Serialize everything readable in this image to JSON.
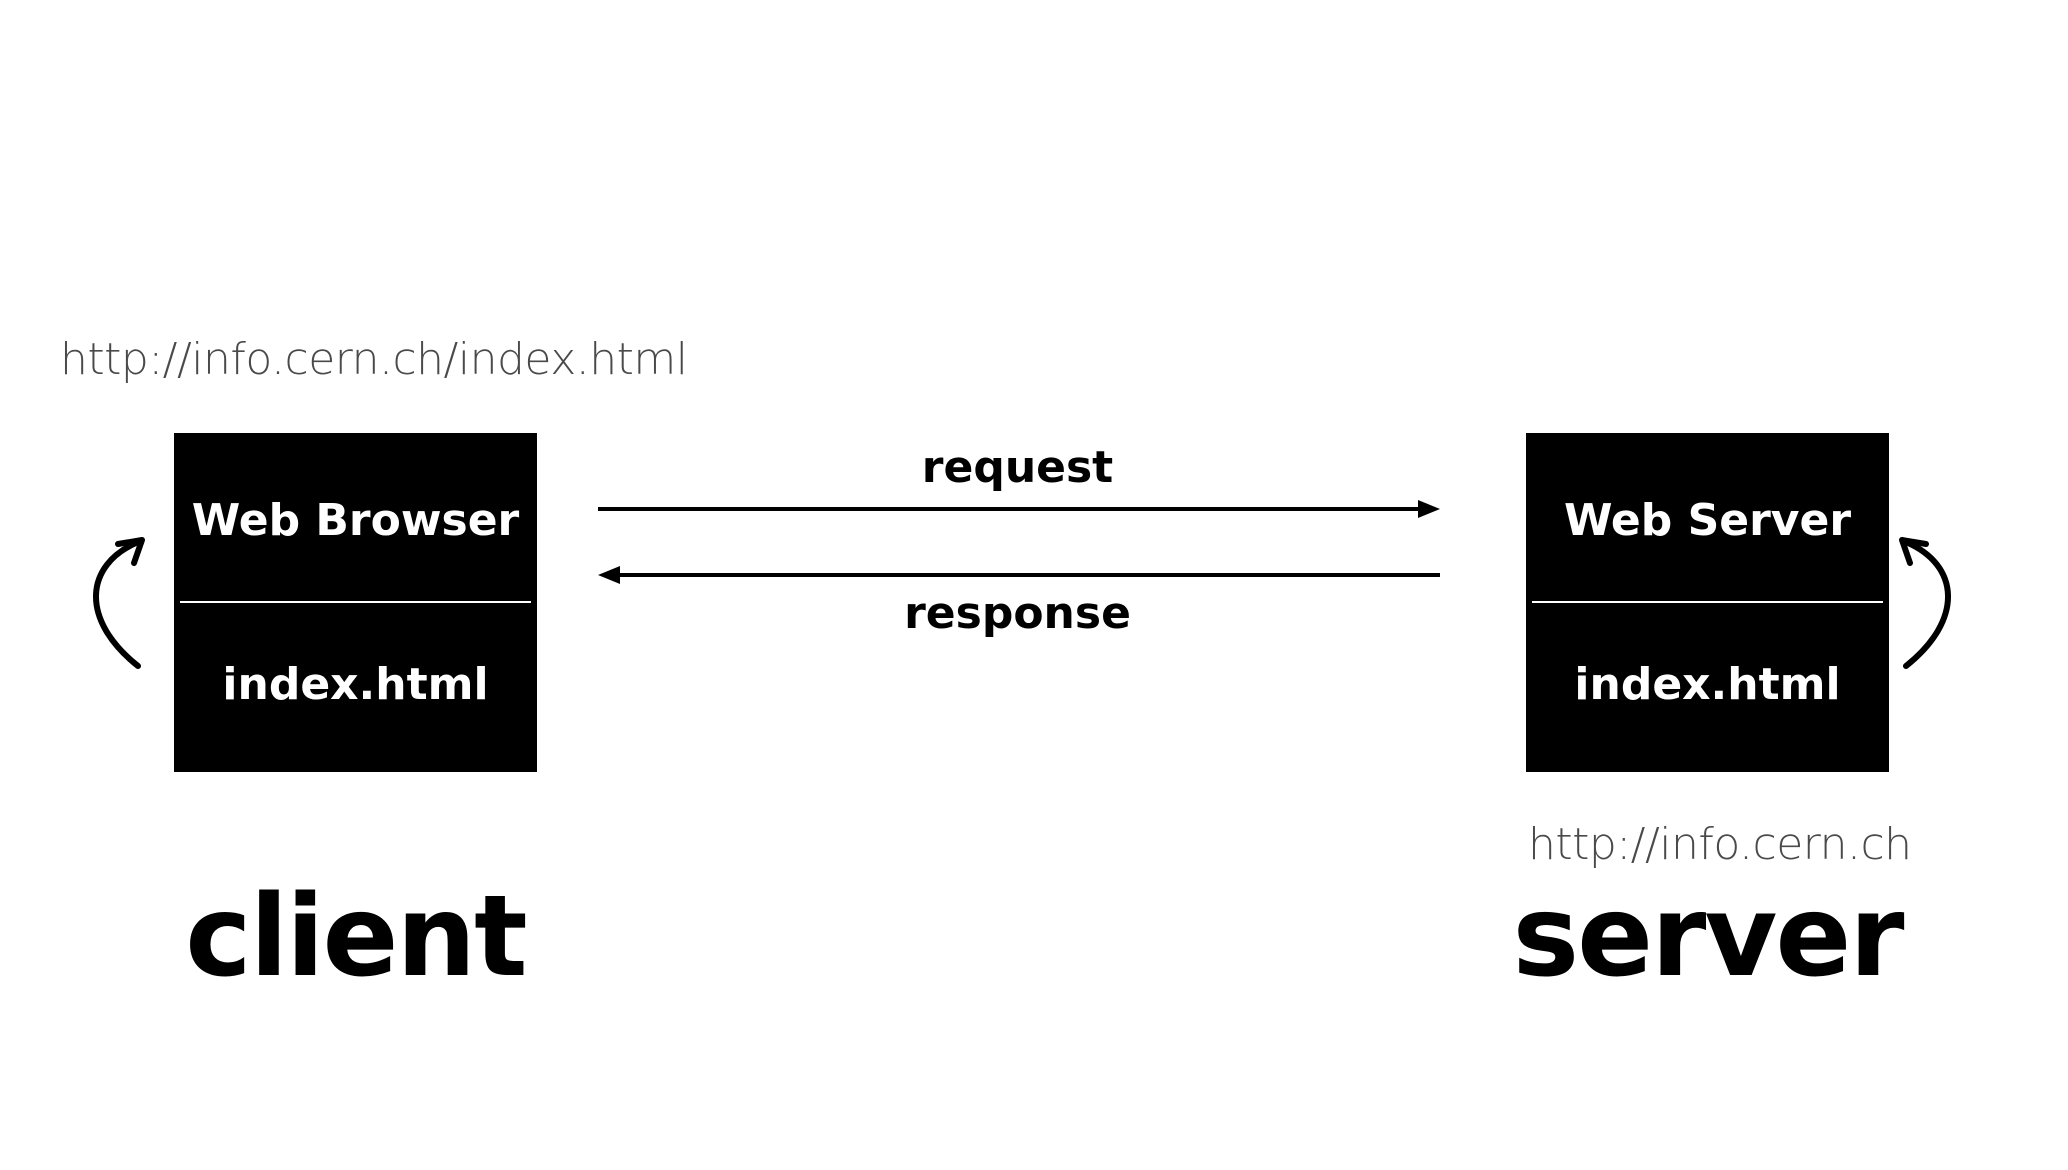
{
  "client": {
    "url": "http://info.cern.ch/index.html",
    "box_title": "Web Browser",
    "box_file": "index.html",
    "role": "client"
  },
  "server": {
    "url": "http://info.cern.ch",
    "box_title": "Web Server",
    "box_file": "index.html",
    "role": "server"
  },
  "arrows": {
    "request_label": "request",
    "response_label": "response"
  },
  "colors": {
    "box_fill": "#000000",
    "box_text": "#ffffff",
    "url_text": "#4a4a4a",
    "background": "#ffffff"
  }
}
